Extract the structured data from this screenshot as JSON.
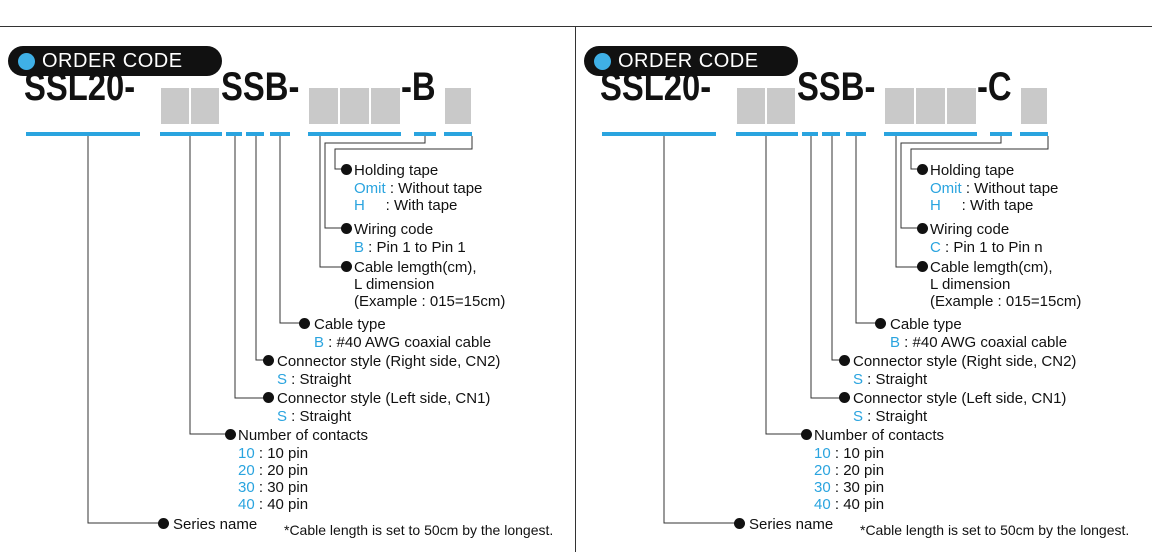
{
  "panels": [
    {
      "badge": "ORDER CODE",
      "code": {
        "prefix": "SSL20-",
        "mid": "SSB-",
        "suffix": "-B"
      },
      "labels": {
        "holding_tape": "Holding tape",
        "holding_opts": [
          {
            "code": "Omit",
            "text": " : Without tape"
          },
          {
            "code": "H",
            "text": "     : With tape"
          }
        ],
        "wiring": "Wiring code",
        "wiring_opt": {
          "code": "B",
          "text": " : Pin 1 to Pin 1"
        },
        "cable_len": [
          "Cable lemgth(cm),",
          "L dimension",
          "(Example : 015=15cm)"
        ],
        "cable_type": "Cable type",
        "cable_type_opt": {
          "code": "B",
          "text": " : #40 AWG coaxial cable"
        },
        "conn_right": "Connector style (Right side, CN2)",
        "conn_right_opt": {
          "code": "S",
          "text": " : Straight"
        },
        "conn_left": "Connector style (Left side, CN1)",
        "conn_left_opt": {
          "code": "S",
          "text": " : Straight"
        },
        "contacts": "Number of contacts",
        "contacts_opts": [
          {
            "code": "10",
            "text": " : 10 pin"
          },
          {
            "code": "20",
            "text": " : 20 pin"
          },
          {
            "code": "30",
            "text": " : 30 pin"
          },
          {
            "code": "40",
            "text": " : 40 pin"
          }
        ],
        "series": "Series name",
        "note": "*Cable length is set to 50cm by the longest."
      }
    },
    {
      "badge": "ORDER CODE",
      "code": {
        "prefix": "SSL20-",
        "mid": "SSB-",
        "suffix": "-C"
      },
      "labels": {
        "holding_tape": "Holding tape",
        "holding_opts": [
          {
            "code": "Omit",
            "text": " : Without tape"
          },
          {
            "code": "H",
            "text": "     : With tape"
          }
        ],
        "wiring": "Wiring code",
        "wiring_opt": {
          "code": "C",
          "text": " : Pin 1 to Pin n"
        },
        "cable_len": [
          "Cable lemgth(cm),",
          "L dimension",
          "(Example : 015=15cm)"
        ],
        "cable_type": "Cable type",
        "cable_type_opt": {
          "code": "B",
          "text": " : #40 AWG coaxial cable"
        },
        "conn_right": "Connector style (Right side, CN2)",
        "conn_right_opt": {
          "code": "S",
          "text": " : Straight"
        },
        "conn_left": "Connector style (Left side, CN1)",
        "conn_left_opt": {
          "code": "S",
          "text": " : Straight"
        },
        "contacts": "Number of contacts",
        "contacts_opts": [
          {
            "code": "10",
            "text": " : 10 pin"
          },
          {
            "code": "20",
            "text": " : 20 pin"
          },
          {
            "code": "30",
            "text": " : 30 pin"
          },
          {
            "code": "40",
            "text": " : 40 pin"
          }
        ],
        "series": "Series name",
        "note": "*Cable length is set to 50cm by the longest."
      }
    }
  ],
  "colors": {
    "accent": "#2aa4df",
    "box": "#c9c9c9",
    "badge_bg": "#111111"
  }
}
